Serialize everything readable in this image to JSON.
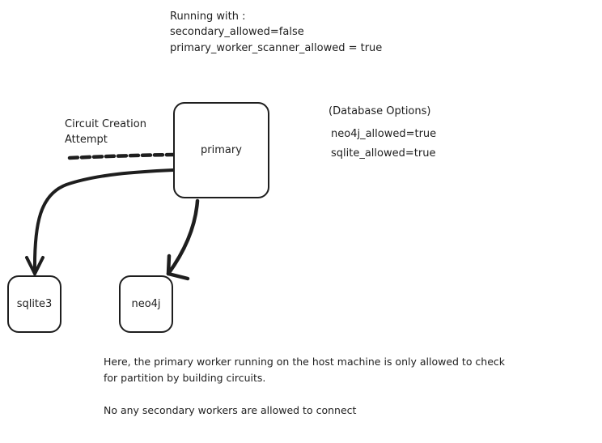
{
  "colors": {
    "stroke": "#1e1e1e",
    "background": "#ffffff"
  },
  "running_with": {
    "title": "Running with :",
    "line1": "secondary_allowed=false",
    "line2": "primary_worker_scanner_allowed = true"
  },
  "database_options": {
    "title": "(Database Options)",
    "line1": "neo4j_allowed=true",
    "line2": "sqlite_allowed=true"
  },
  "circuit_attempt": {
    "line1": "Circuit Creation",
    "line2": "Attempt"
  },
  "nodes": {
    "primary": "primary",
    "sqlite": "sqlite3",
    "neo4j": "neo4j"
  },
  "footer": {
    "line1": "Here, the primary worker running on the host machine is only allowed to check",
    "line2": "for partition by building circuits.",
    "line3": "No any secondary workers are allowed to connect"
  }
}
